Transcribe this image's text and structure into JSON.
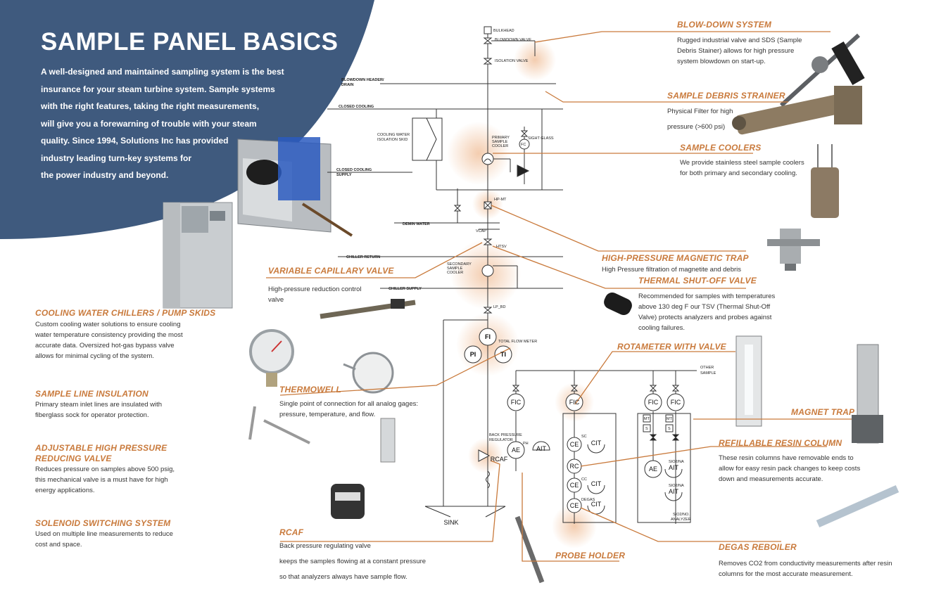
{
  "hero": {
    "title": "SAMPLE PANEL BASICS",
    "body": [
      "A well-designed and maintained sampling system is the best",
      "insurance for your steam turbine system. Sample systems",
      "with the right features, taking the right measurements,",
      "will give you a forewarning of trouble with your steam",
      "quality. Since 1994, Solutions Inc has provided",
      "industry leading turn-key systems for",
      "the power industry and beyond."
    ]
  },
  "colors": {
    "hero_bg": "#3f5a7e",
    "accent": "#c97a3c",
    "line": "#333333",
    "glow": "#f6d8c2"
  },
  "features": {
    "blowdown": {
      "title": "BLOW-DOWN SYSTEM",
      "lines": [
        "Rugged industrial valve and SDS (Sample",
        "Debris Stainer) allows for high pressure",
        "system blowdown on start-up."
      ]
    },
    "strainer": {
      "title": "SAMPLE DEBRIS STRAINER",
      "lines": [
        "Physical Filter for high",
        "pressure (>600 psi)"
      ]
    },
    "coolers": {
      "title": "SAMPLE COOLERS",
      "lines": [
        "We provide stainless steel sample coolers",
        "for both primary and secondary cooling."
      ]
    },
    "magtrap_hp": {
      "title": "HIGH-PRESSURE MAGNETIC TRAP",
      "lines": [
        "High Pressure filtration of magnetite and debris"
      ]
    },
    "tsv": {
      "title": "THERMAL SHUT-OFF VALVE",
      "lines": [
        "Recommended for samples with temperatures",
        "above 130 deg F our TSV (Thermal Shut-Off",
        "Valve) protects analyzers and probes against",
        "cooling failures."
      ]
    },
    "rotameter": {
      "title": "ROTAMETER WITH VALVE"
    },
    "magnet_trap": {
      "title": "MAGNET TRAP"
    },
    "resin": {
      "title": "REFILLABLE RESIN COLUMN",
      "lines": [
        "These resin columns have removable ends to",
        "allow for easy resin pack changes to keep costs",
        "down and measurements accurate."
      ]
    },
    "degas": {
      "title": "DEGAS REBOILER",
      "lines": [
        "Removes CO2 from conductivity measurements after resin",
        "columns for the most accurate measurement."
      ]
    },
    "probe_holder": {
      "title": "PROBE HOLDER"
    },
    "rcaf": {
      "title": "RCAF",
      "lines": [
        "Back pressure regulating valve",
        "keeps the samples flowing at a constant pressure",
        "so that analyzers always have sample flow."
      ]
    },
    "thermowell": {
      "title": "THERMOWELL",
      "lines": [
        "Single point of connection for all analog gages:",
        "pressure, temperature, and flow."
      ]
    },
    "vcap": {
      "title": "VARIABLE CAPILLARY VALVE",
      "lines": [
        "High-pressure reduction control",
        "valve"
      ]
    },
    "chillers": {
      "title": "COOLING WATER CHILLERS / PUMP SKIDS",
      "lines": [
        "Custom cooling water solutions to ensure cooling",
        "water temperature consistency providing the most",
        "accurate data. Oversized hot-gas bypass valve",
        "allows for minimal cycling of the system."
      ]
    },
    "insulation": {
      "title": "SAMPLE LINE INSULATION",
      "lines": [
        "Primary steam inlet lines are insulated with",
        "fiberglass sock for operator protection."
      ]
    },
    "reducing": {
      "title1": "ADJUSTABLE HIGH PRESSURE",
      "title2": "REDUCING VALVE",
      "lines": [
        "Reduces pressure on samples above 500 psig,",
        "this mechanical valve is a must have for high",
        "energy applications."
      ]
    },
    "solenoid": {
      "title": "SOLENOID SWITCHING SYSTEM",
      "lines": [
        "Used on multiple line measurements to reduce",
        "cost and space."
      ]
    }
  },
  "diagram": {
    "bulkhead": "BULKHEAD",
    "blowdown_valve": "BLOWDOWN VALVE",
    "isolation_valve": "ISOLATION VALVE",
    "blowdown_header1": "BLOWDOWN HEADER/",
    "blowdown_header2": "DRAIN",
    "closed_cooling": "CLOSED COOLING",
    "cw_skid1": "COOLING WATER",
    "cw_skid2": "ISOLATION SKID",
    "cc_supply1": "CLOSED COOLING",
    "cc_supply2": "SUPPLY",
    "sight_glass": "SIGHT GLASS",
    "fc": "FC",
    "primary1": "PRIMARY",
    "primary2": "SAMPLE",
    "primary3": "COOLER",
    "hpmt": "HP-MT",
    "demin": "DEMIN WATER",
    "vcap": "VCAP",
    "htsv": "HTSV",
    "chiller_return": "CHILLER RETURN",
    "secondary1": "SECONDARY",
    "secondary2": "SAMPLE",
    "secondary3": "COOLER",
    "chiller_supply": "CHILLER SUPPLY",
    "lpbd": "LP_BD",
    "fi": "FI",
    "pi": "PI",
    "ti": "TI",
    "total_flow": "TOTAL FLOW METER",
    "other1": "OTHER",
    "other2": "SAMPLE",
    "fic": "FIC",
    "bpr1": "BACK PRESSURE",
    "bpr2": "REGULATOR",
    "rcaf": "RCAF",
    "ae": "AE",
    "ait": "AIT",
    "ph": "PH",
    "ce": "CE",
    "cit": "CIT",
    "rc": "RC",
    "sc": "SC",
    "cc": "CC",
    "degas": "DEGAS",
    "mt": "MT",
    "s": "S",
    "sio2na1": "SIO2/NA",
    "sio2na2": "SIO2/NA",
    "analyzer1": "SIO2/NO.",
    "analyzer2": "ANALYZER",
    "sink": "SINK"
  }
}
